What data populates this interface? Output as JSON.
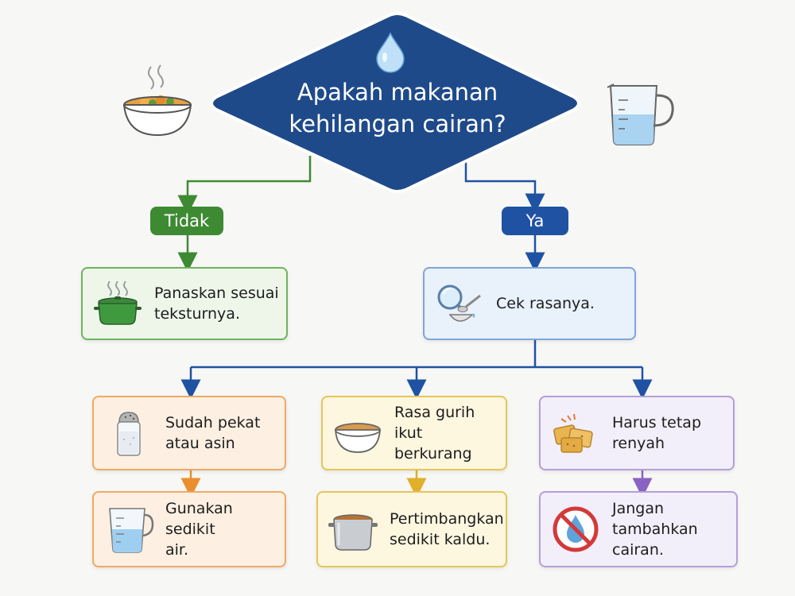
{
  "question": {
    "line1": "Apakah makanan",
    "line2": "kehilangan cairan?"
  },
  "branches": {
    "no_label": "Tidak",
    "yes_label": "Ya"
  },
  "no_step": {
    "line1": "Panaskan sesuai",
    "line2": "teksturnya."
  },
  "yes_step": {
    "text": "Cek rasanya."
  },
  "cases": [
    {
      "line1": "Sudah pekat",
      "line2": "atau asin",
      "action_line1": "Gunakan sedikit",
      "action_line2": "air."
    },
    {
      "line1": "Rasa gurih ikut",
      "line2": "berkurang",
      "action_line1": "Pertimbangkan",
      "action_line2": "sedikit kaldu."
    },
    {
      "line1": "Harus tetap",
      "line2": "renyah",
      "action_line1": "Jangan tambahkan",
      "action_line2": "cairan."
    }
  ],
  "colors": {
    "diamond": "#1f4a8a",
    "no_branch": "#3d8a33",
    "yes_branch": "#1f52a2",
    "orange_border": "#eeaa64",
    "yellow_border": "#e6c659",
    "purple_border": "#b49fd8"
  },
  "icons": [
    "water-drop-icon",
    "food-bowl-icon",
    "measuring-cup-icon",
    "pot-icon",
    "tasting-spoon-icon",
    "salt-shaker-icon",
    "soup-bowl-icon",
    "crackers-icon",
    "water-cup-icon",
    "stock-pot-icon",
    "no-water-icon"
  ]
}
